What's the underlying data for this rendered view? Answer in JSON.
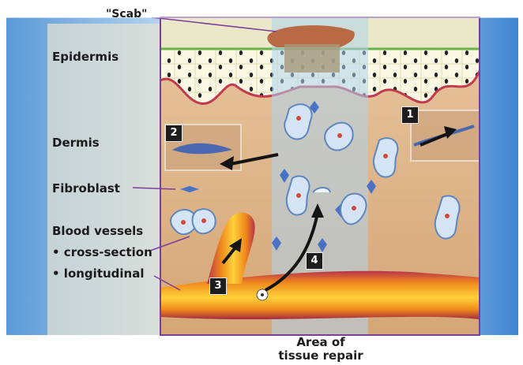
{
  "labels": {
    "scab": "\"Scab\"",
    "epidermis": "Epidermis",
    "dermis": "Dermis",
    "fibroblast": "Fibroblast",
    "blood_vessels": "Blood vessels",
    "cross_section": "• cross-section",
    "longitudinal": "• longitudinal",
    "area_line1": "Area of",
    "area_line2": "tissue repair"
  },
  "steps": [
    "1",
    "2",
    "3",
    "4"
  ],
  "colors": {
    "frame": "#7a3f9a",
    "epidermis": "#f6f3df",
    "dermis": "#dcb48a",
    "repair_zone": "#aed4ef",
    "blood_vessel": "#f6a623",
    "scab": "#b86a44",
    "background_blue": "#4c8fd3"
  }
}
